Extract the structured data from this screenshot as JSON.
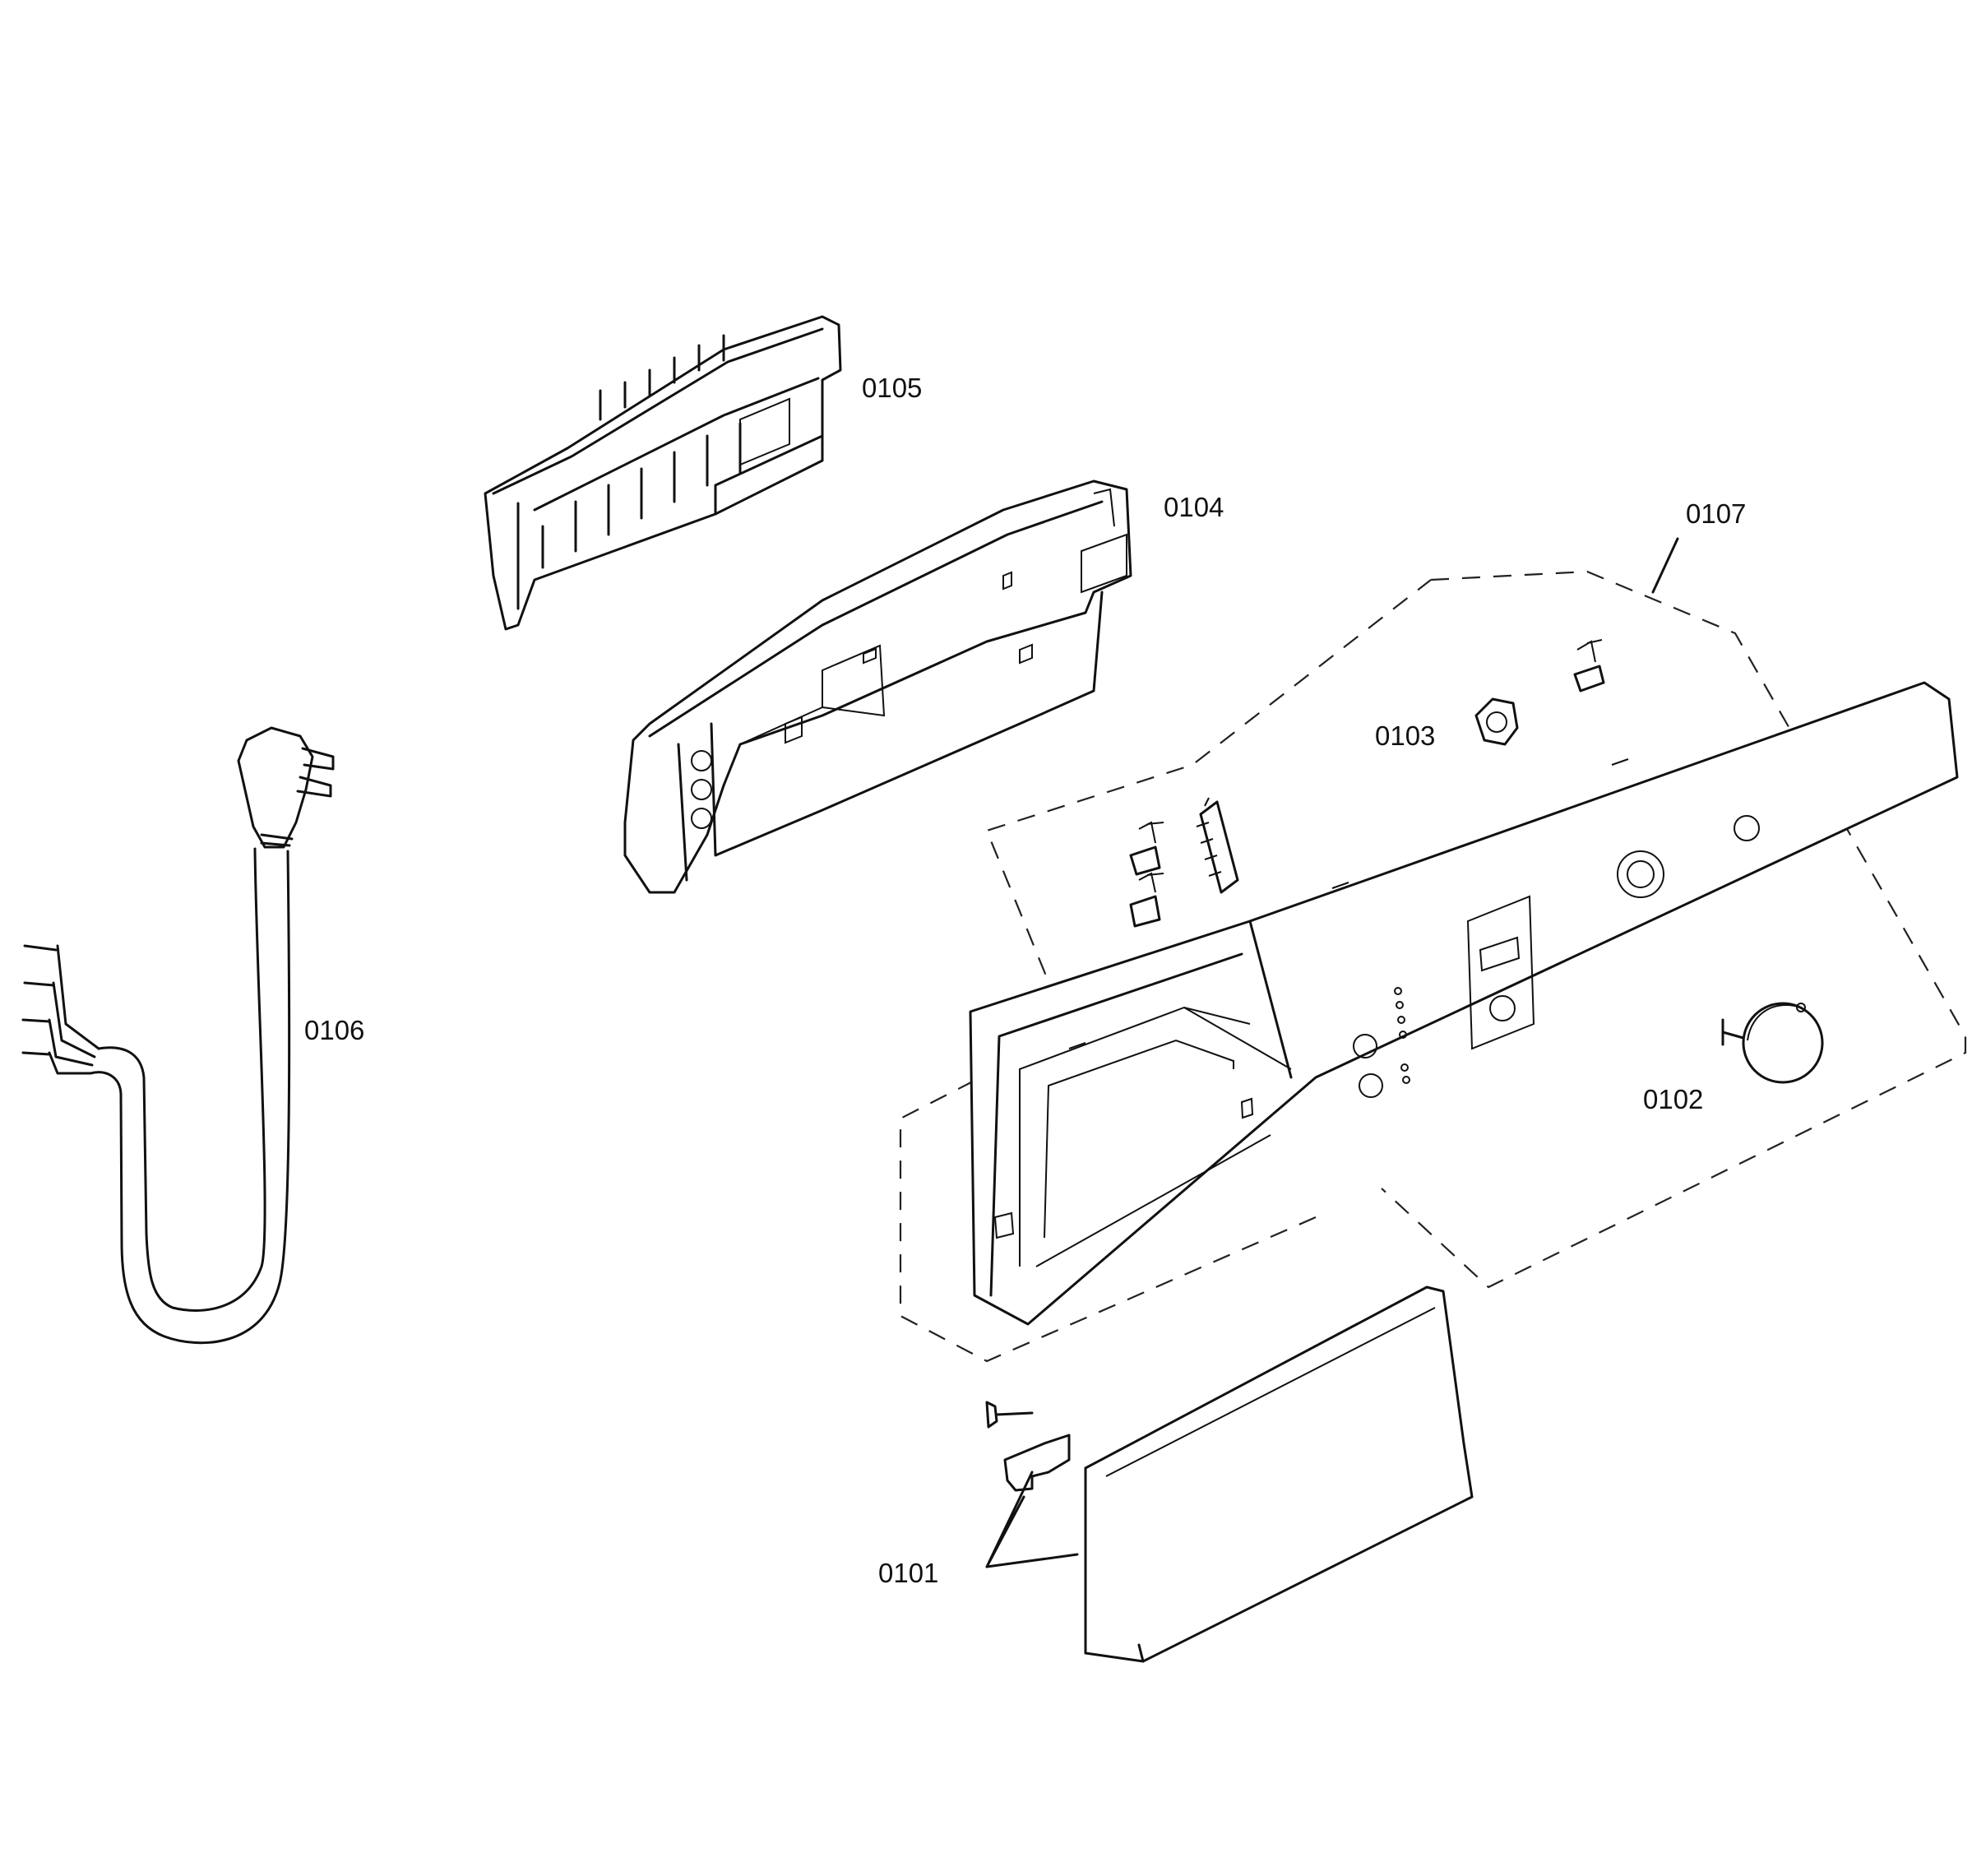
{
  "diagram": {
    "parts": [
      {
        "id": "0101",
        "label": "0101",
        "icon": "front-panel-cover-icon"
      },
      {
        "id": "0102",
        "label": "0102",
        "icon": "control-knob-icon"
      },
      {
        "id": "0103",
        "label": "0103",
        "icon": "indicator-lens-icon"
      },
      {
        "id": "0104",
        "label": "0104",
        "icon": "control-module-icon"
      },
      {
        "id": "0105",
        "label": "0105",
        "icon": "module-housing-icon"
      },
      {
        "id": "0106",
        "label": "0106",
        "icon": "power-cord-icon"
      },
      {
        "id": "0107",
        "label": "0107",
        "icon": "control-panel-assembly-icon"
      }
    ]
  }
}
